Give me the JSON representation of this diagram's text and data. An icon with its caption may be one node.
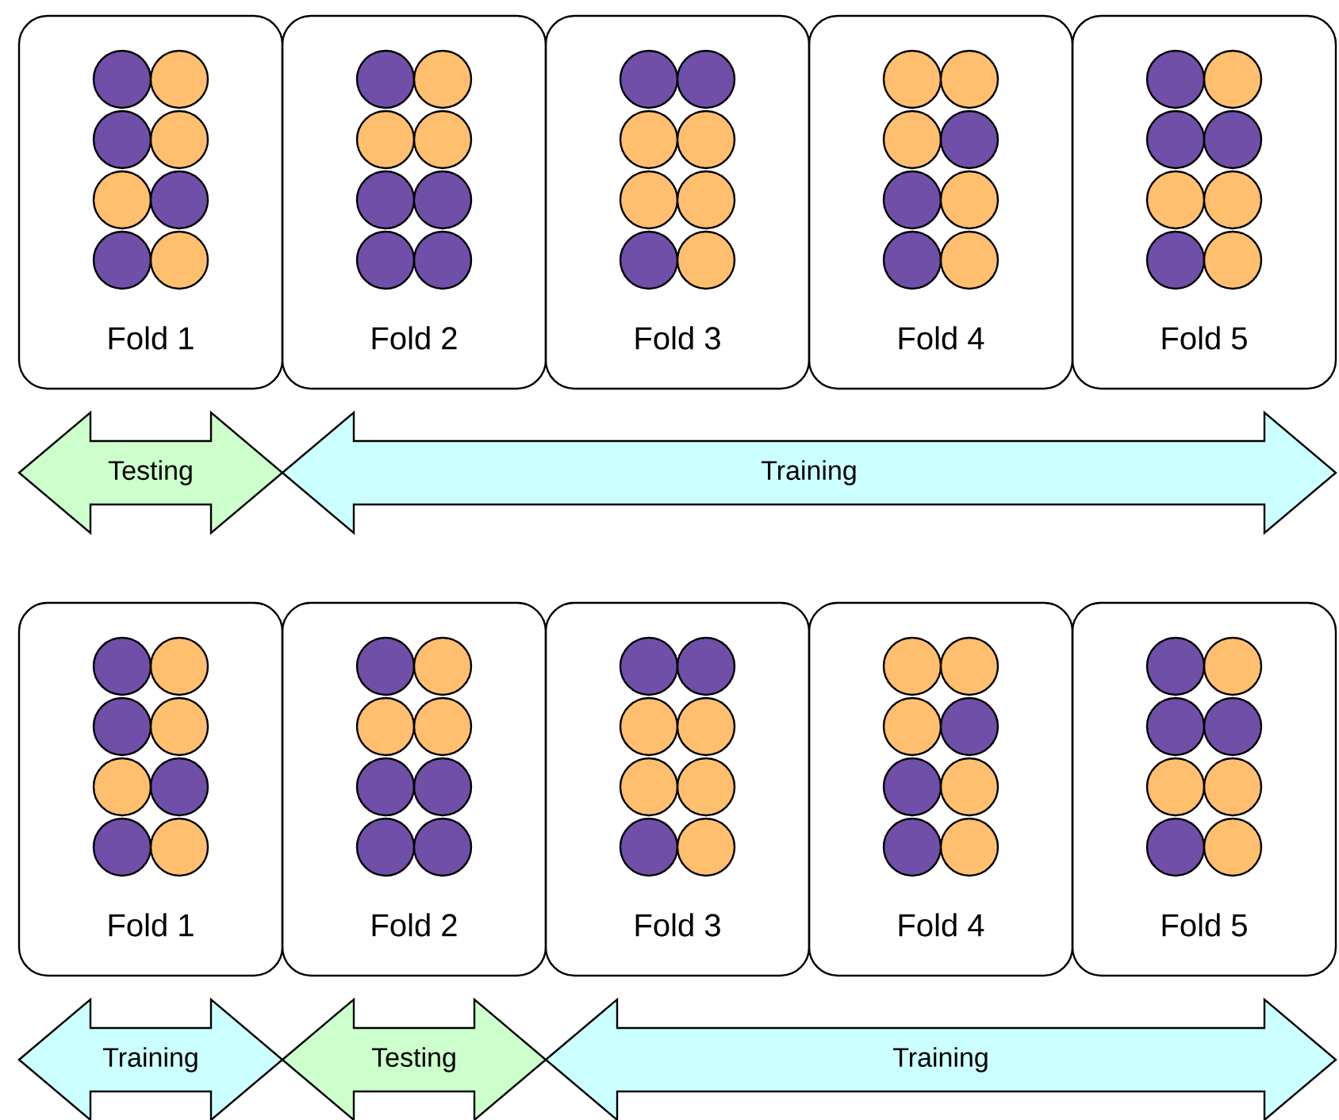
{
  "diagram": {
    "nodes": [
      {
        "text": [
          "Fold 1"
        ]
      },
      {
        "text": [
          "Fold 2"
        ]
      },
      {
        "text": [
          "Fold 3"
        ]
      },
      {
        "text": [
          "Fold 4"
        ]
      },
      {
        "text": [
          "Fold 5"
        ]
      },
      {
        "text": [
          "Testing"
        ]
      },
      {
        "text": [
          "Training"
        ]
      },
      {
        "text": [
          "Fold 1"
        ]
      },
      {
        "text": [
          "Fold 2"
        ]
      },
      {
        "text": [
          "Fold 3"
        ]
      },
      {
        "text": [
          "Fold 4"
        ]
      },
      {
        "text": [
          "Fold 5"
        ]
      },
      {
        "text": [
          "Training"
        ]
      },
      {
        "text": [
          "Testing"
        ]
      },
      {
        "text": [
          "Training"
        ]
      }
    ]
  }
}
